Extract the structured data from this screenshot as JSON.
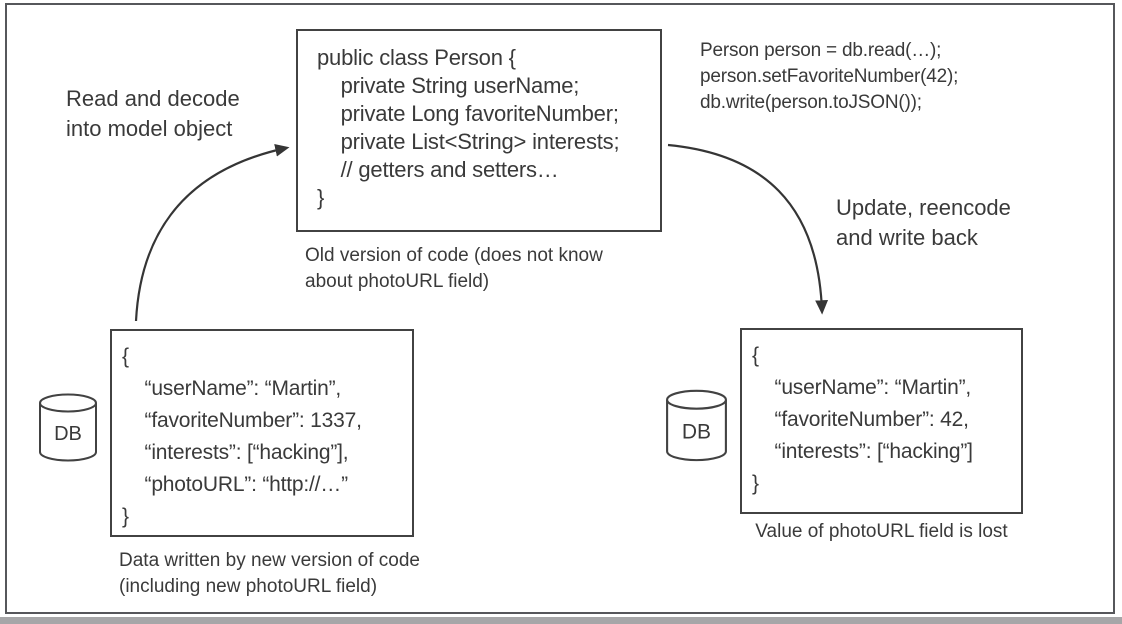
{
  "colors": {
    "ink": "#3a3a3a",
    "box_border": "#424242",
    "frame_border": "#56575b"
  },
  "read_label": "Read and decode\ninto model object",
  "update_label": "Update, reencode\nand write back",
  "model_box": {
    "lines": [
      "public class Person {",
      "    private String userName;",
      "    private Long favoriteNumber;",
      "    private List<String> interests;",
      "    // getters and setters…",
      "}"
    ],
    "caption": "Old version of code (does not know\nabout photoURL field)"
  },
  "update_code": {
    "lines": [
      "Person person = db.read(…);",
      "person.setFavoriteNumber(42);",
      "db.write(person.toJSON());"
    ]
  },
  "db_left_label": "DB",
  "db_right_label": "DB",
  "json_old": {
    "lines": [
      "{",
      "    “userName”: “Martin”,",
      "    “favoriteNumber”: 1337,",
      "    “interests”: [“hacking”],",
      "    “photoURL”: “http://…”",
      "}"
    ],
    "caption": "Data written by new version of code\n(including new photoURL field)"
  },
  "json_new": {
    "lines": [
      "{",
      "    “userName”: “Martin”,",
      "    “favoriteNumber”: 42,",
      "    “interests”: [“hacking”]",
      "}"
    ],
    "caption": "Value of photoURL field is lost"
  }
}
